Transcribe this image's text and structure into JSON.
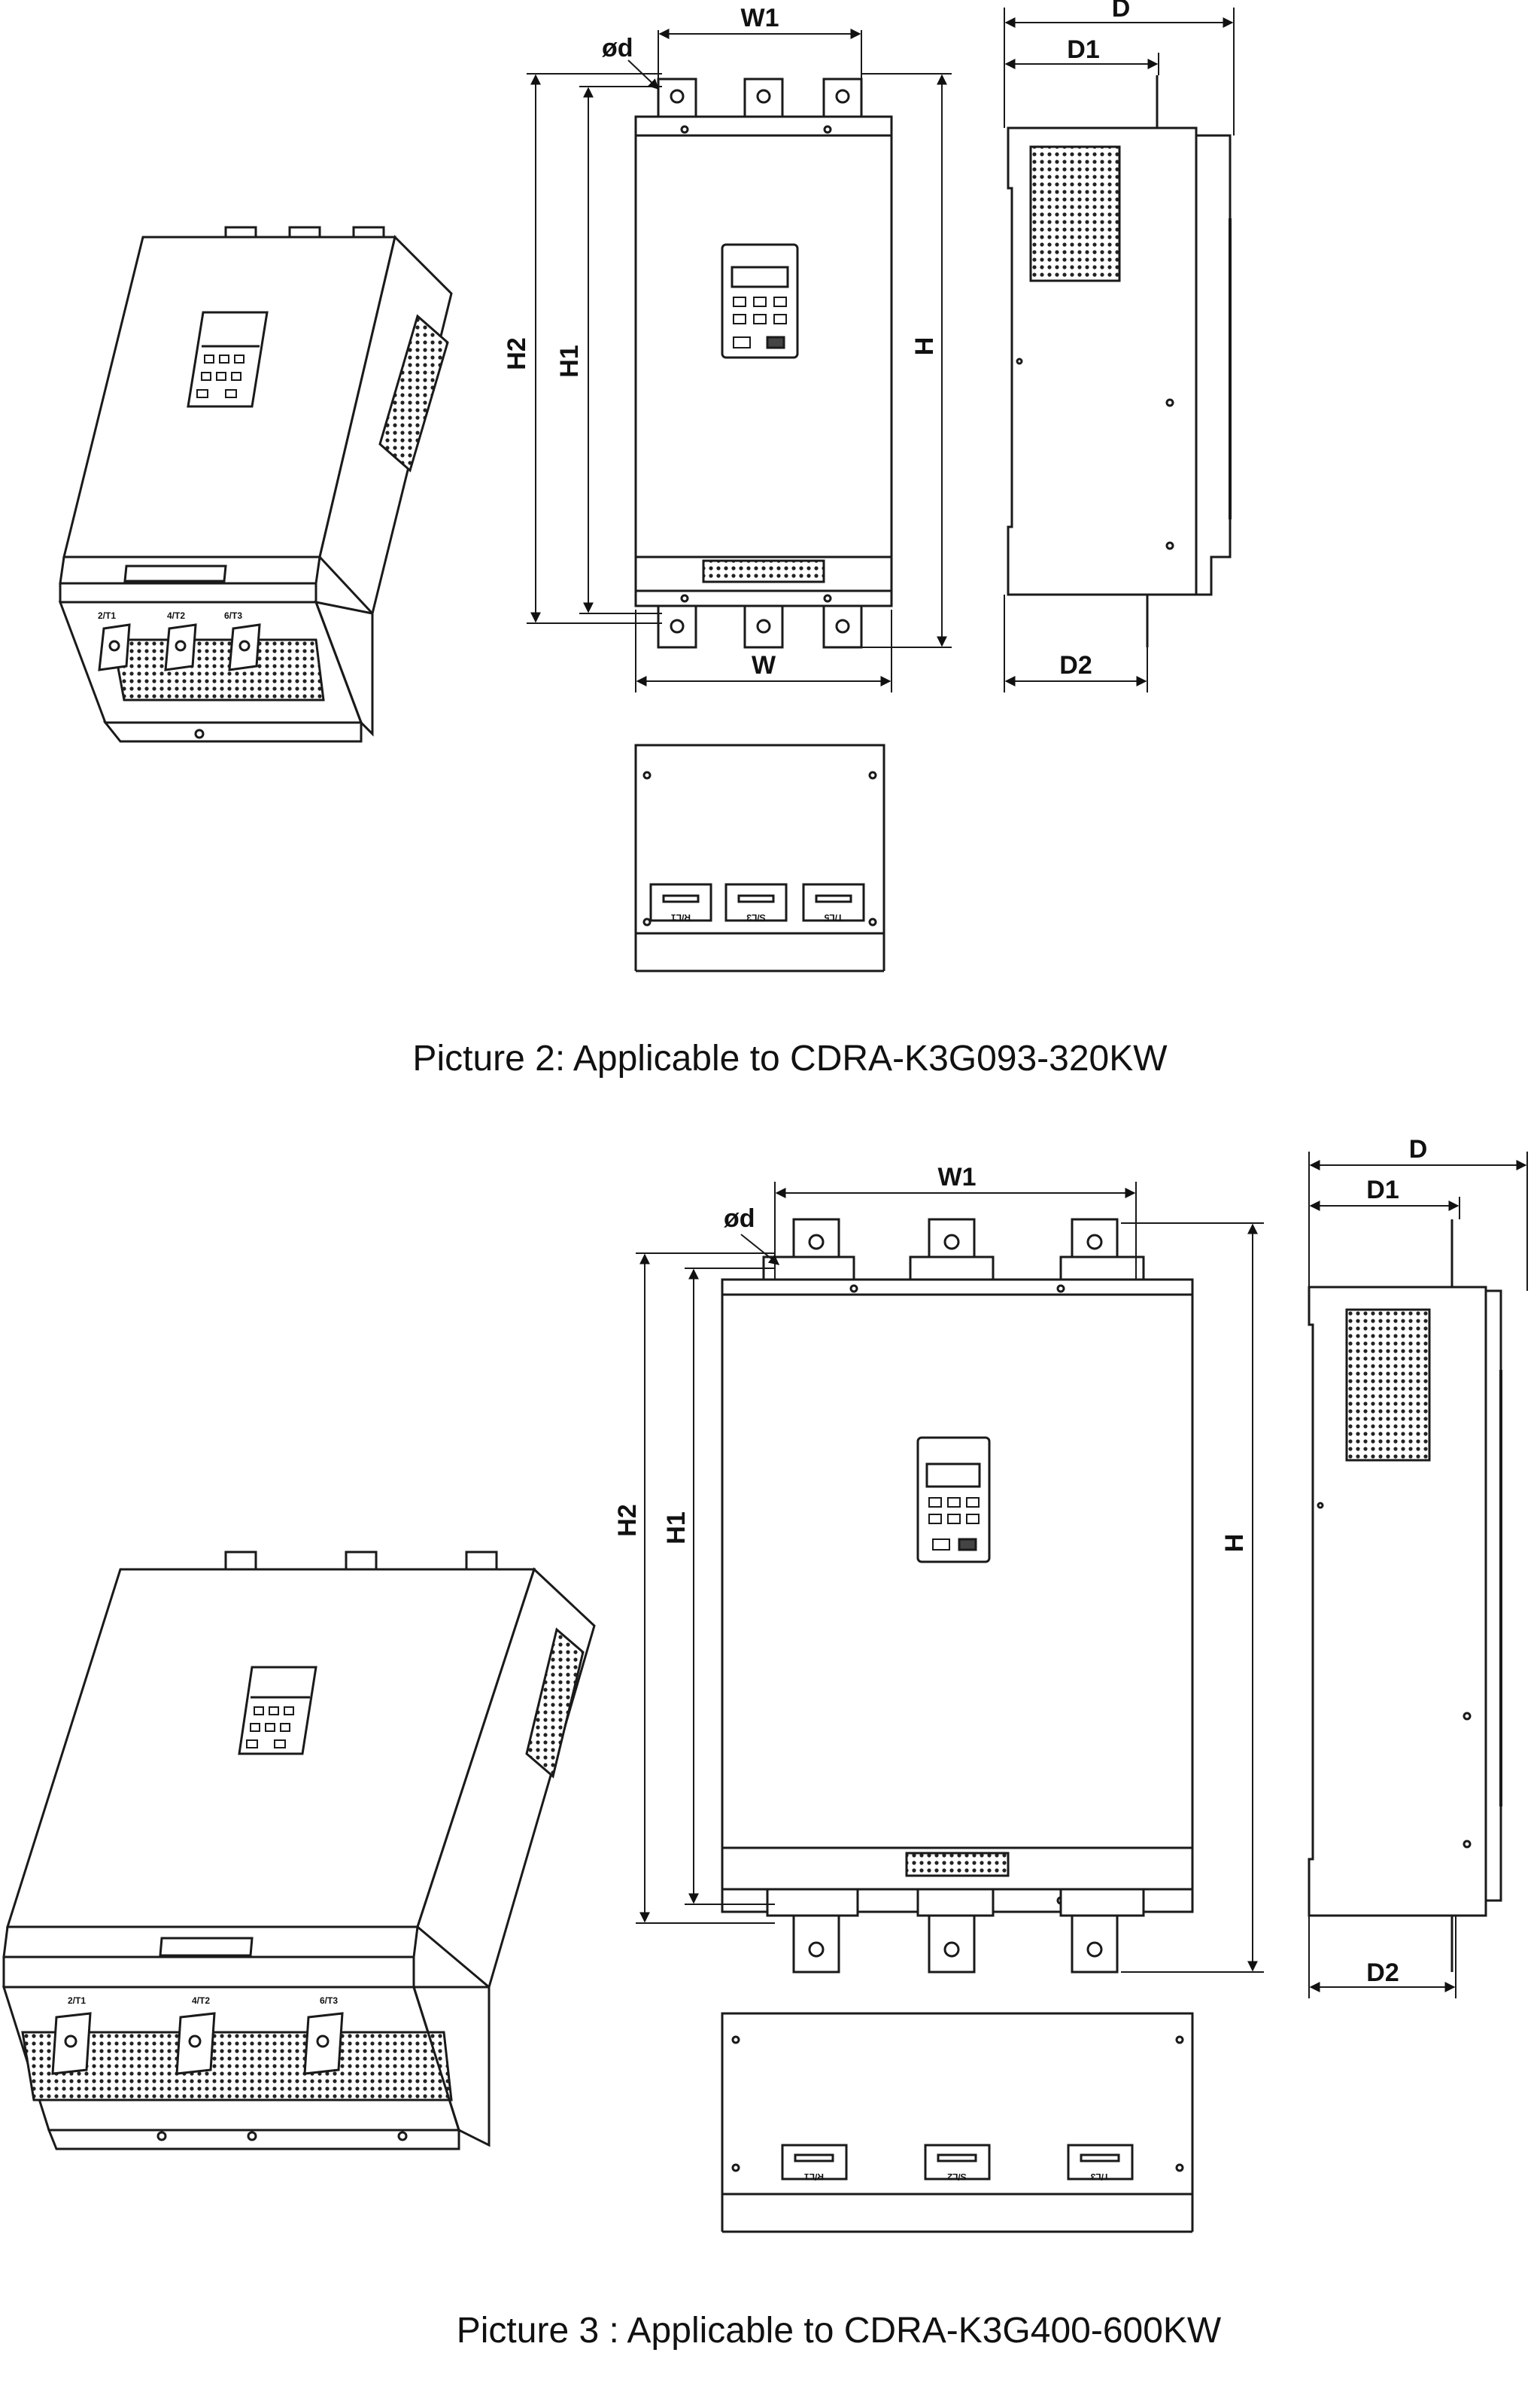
{
  "colors": {
    "line": "#1a1a1a",
    "mesh": "#333333",
    "background": "#ffffff"
  },
  "picture2": {
    "caption": "Picture 2: Applicable to CDRA-K3G093-320KW",
    "labels": {
      "w": "W",
      "w1": "W1",
      "h": "H",
      "h1": "H1",
      "h2": "H2",
      "d": "D",
      "d1": "D1",
      "d2": "D2",
      "hole": "ød"
    },
    "terminals": [
      "R/L1",
      "S/L3",
      "T/L5"
    ],
    "iso_terminals": [
      "2/T1",
      "4/T2",
      "6/T3"
    ]
  },
  "picture3": {
    "caption": "Picture 3 : Applicable to CDRA-K3G400-600KW",
    "labels": {
      "w1": "W1",
      "h": "H",
      "h1": "H1",
      "h2": "H2",
      "d": "D",
      "d1": "D1",
      "d2": "D2",
      "hole": "ød"
    },
    "terminals": [
      "R/L1",
      "S/L2",
      "T/L3"
    ],
    "iso_terminals": [
      "2/T1",
      "4/T2",
      "6/T3"
    ]
  }
}
